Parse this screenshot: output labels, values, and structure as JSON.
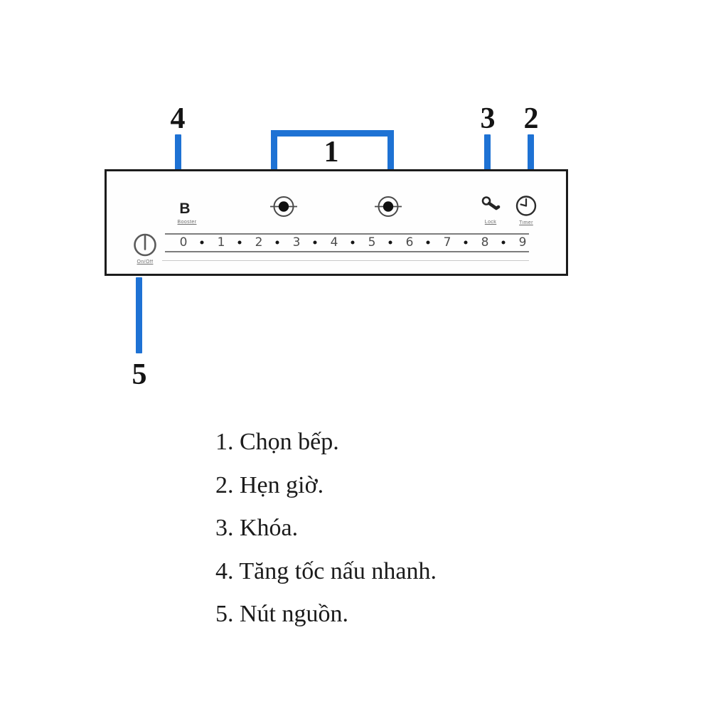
{
  "colors": {
    "callout_blue": "#1e72d4",
    "panel_border": "#1c1c1c"
  },
  "callouts": {
    "select_zone": "1",
    "timer": "2",
    "lock": "3",
    "booster": "4",
    "power": "5"
  },
  "panel": {
    "booster": {
      "symbol": "B",
      "label": "Booster"
    },
    "burner_icons": [
      "burner-select-left",
      "burner-select-right"
    ],
    "lock": {
      "label": "Lock"
    },
    "timer": {
      "label": "Timer"
    },
    "power": {
      "label": "On/Off"
    },
    "scale": {
      "numbers": [
        "0",
        "1",
        "2",
        "3",
        "4",
        "5",
        "6",
        "7",
        "8",
        "9"
      ]
    }
  },
  "legend": {
    "items": [
      "1. Chọn bếp.",
      "2. Hẹn giờ.",
      "3. Khóa.",
      "4. Tăng tốc nấu nhanh.",
      "5. Nút nguồn."
    ]
  }
}
